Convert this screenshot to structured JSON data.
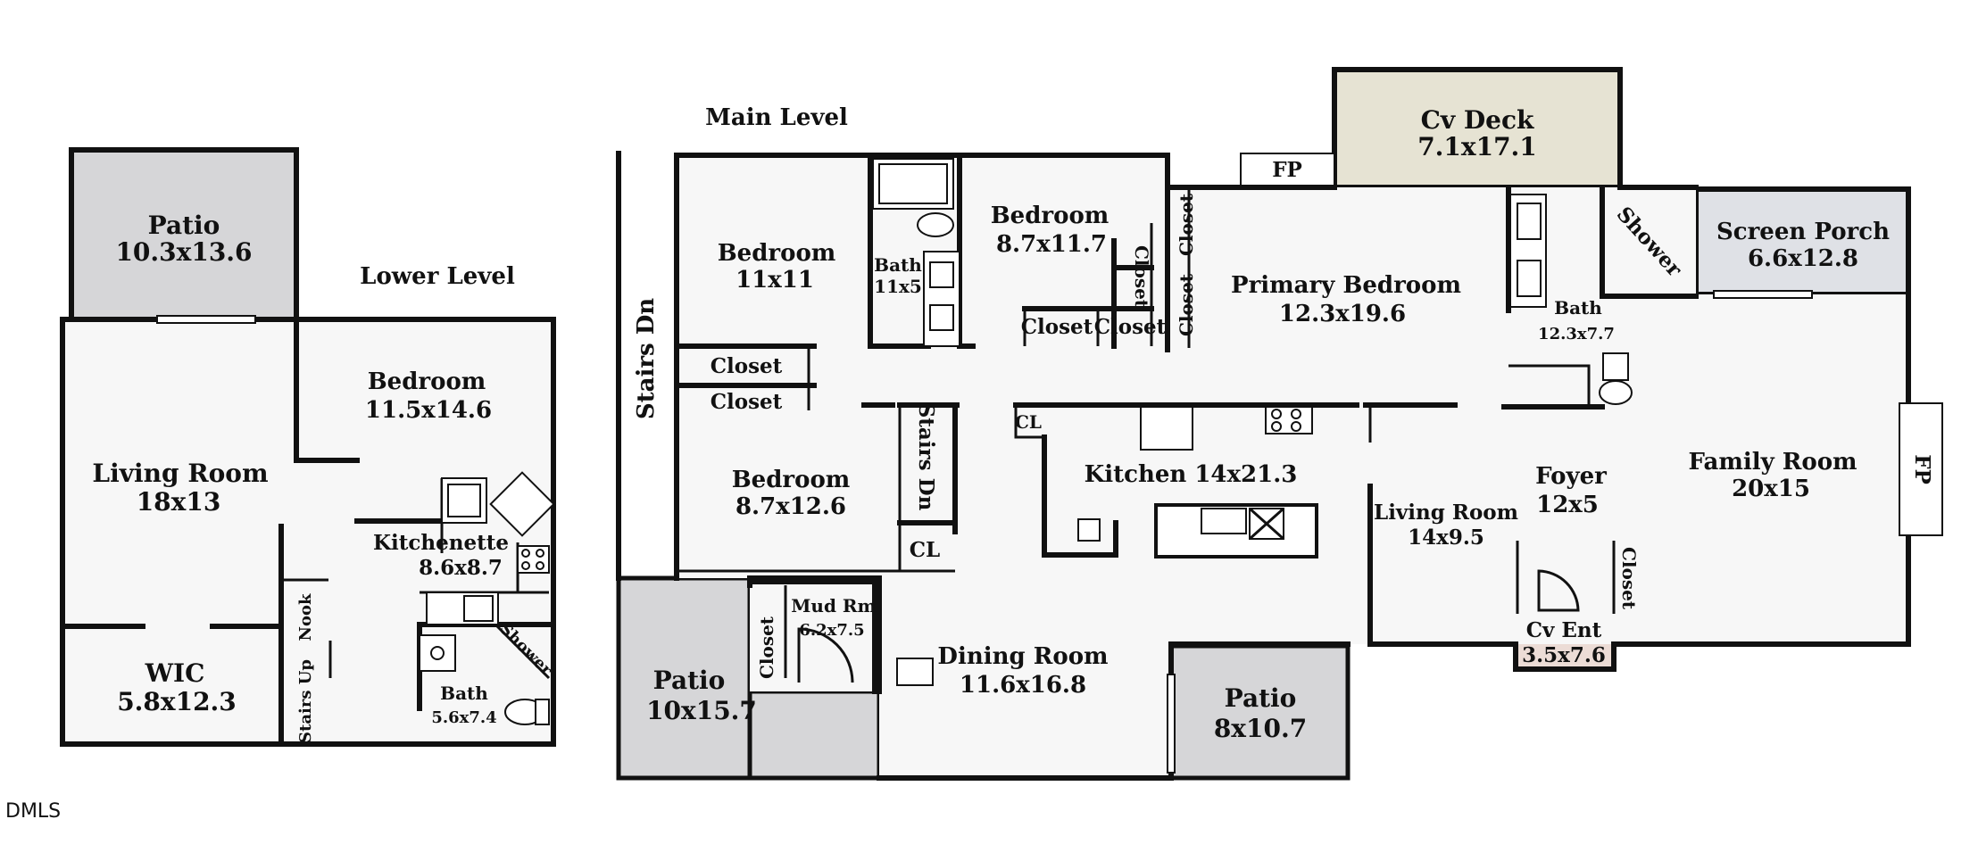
{
  "levels": {
    "lower": "Lower Level",
    "main": "Main Level"
  },
  "lower_level_rooms": {
    "patio": {
      "name": "Patio",
      "dim": "10.3x13.6"
    },
    "bedroom": {
      "name": "Bedroom",
      "dim": "11.5x14.6"
    },
    "living_room": {
      "name": "Living Room",
      "dim": "18x13"
    },
    "kitchenette": {
      "name": "Kitchenette",
      "dim": "8.6x8.7"
    },
    "wic": {
      "name": "WIC",
      "dim": "5.8x12.3"
    },
    "nook": "Nook",
    "stairs_up": "Stairs Up",
    "shower": "Shower",
    "bath": {
      "name": "Bath",
      "dim": "5.6x7.4"
    }
  },
  "main_level_rooms": {
    "stairs_dn": "Stairs Dn",
    "bedroom_1": {
      "name": "Bedroom",
      "dim": "11x11"
    },
    "bath_1": {
      "name": "Bath",
      "dim": "11x5"
    },
    "bedroom_2": {
      "name": "Bedroom",
      "dim": "8.7x11.7"
    },
    "closet": "Closet",
    "fp": "FP",
    "cv_deck": {
      "name": "Cv Deck",
      "dim": "7.1x17.1"
    },
    "primary_bedroom": {
      "name": "Primary Bedroom",
      "dim": "12.3x19.6"
    },
    "shower": "Shower",
    "primary_bath": {
      "name": "Bath",
      "dim": "12.3x7.7"
    },
    "screen_porch": {
      "name": "Screen Porch",
      "dim": "6.6x12.8"
    },
    "bedroom_3": {
      "name": "Bedroom",
      "dim": "8.7x12.6"
    },
    "stairs_dn_2": "Stairs Dn",
    "cl": "CL",
    "kitchen": "Kitchen 14x21.3",
    "living_room": {
      "name": "Living Room",
      "dim": "14x9.5"
    },
    "foyer": {
      "name": "Foyer",
      "dim": "12x5"
    },
    "family_room": {
      "name": "Family Room",
      "dim": "20x15"
    },
    "mud_rm": {
      "name": "Mud Rm",
      "dim": "6.2x7.5"
    },
    "dining_room": {
      "name": "Dining Room",
      "dim": "11.6x16.8"
    },
    "patio_left": {
      "name": "Patio",
      "dim": "10x15.7"
    },
    "patio_right": {
      "name": "Patio",
      "dim": "8x10.7"
    },
    "cv_ent": {
      "name": "Cv Ent",
      "dim": "3.5x7.6"
    }
  },
  "colors": {
    "patio": "#d6d6d8",
    "cv_deck": "#e6e3d3",
    "screen_porch": "#dfe1e6",
    "cv_ent": "#ecdcd6",
    "floor": "#f7f7f7"
  },
  "watermark": "DMLS"
}
